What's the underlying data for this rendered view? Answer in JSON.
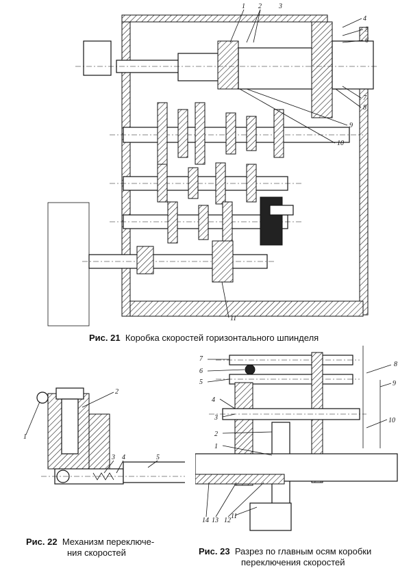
{
  "figure21": {
    "label": "Рис. 21",
    "text": "Коробка скоростей горизонтального шпинделя",
    "callouts": [
      "1",
      "2",
      "3",
      "4",
      "5",
      "6",
      "7",
      "8",
      "9",
      "10",
      "11"
    ]
  },
  "figure22": {
    "label": "Рис. 22",
    "text_line1": "Механизм переключе-",
    "text_line2": "ния скоростей",
    "callouts": [
      "1",
      "2",
      "3",
      "4",
      "5"
    ]
  },
  "figure23": {
    "label": "Рис. 23",
    "text_line1": "Разрез по главным осям коробки",
    "text_line2": "переключения скоростей",
    "callouts": [
      "1",
      "2",
      "3",
      "4",
      "5",
      "6",
      "7",
      "8",
      "9",
      "10",
      "11",
      "12",
      "13",
      "14"
    ]
  }
}
